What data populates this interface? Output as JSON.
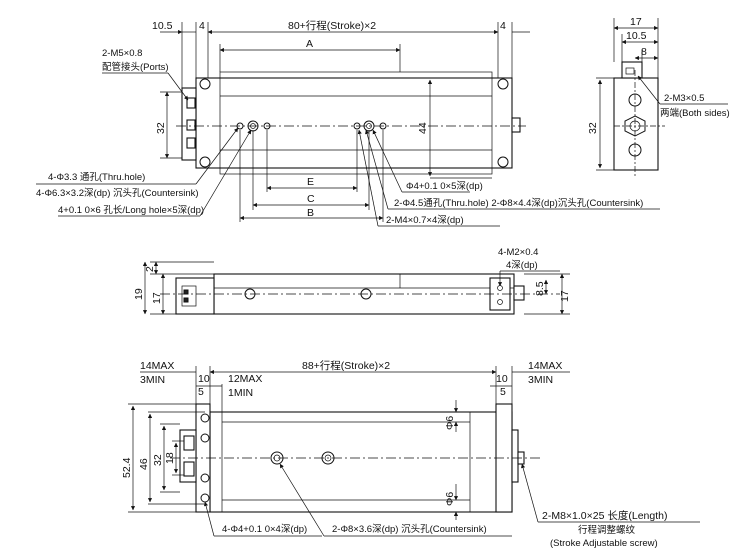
{
  "top_view": {
    "dim_10_5": "10.5",
    "dim_4_left": "4",
    "dim_stroke": "80+行程(Stroke)×2",
    "dim_4_right": "4",
    "dim_A": "A",
    "ports_line1": "2-M5×0.8",
    "ports_line2": "配管接头(Ports)",
    "dim_32": "32",
    "dim_44": "44",
    "thru_hole_1": "4-Φ3.3 通孔(Thru.hole)",
    "countersink_1": "4-Φ6.3×3.2深(dp) 沉头孔(Countersink)",
    "long_hole": "4+0.1 0×6 孔长/Long hole×5深(dp)",
    "dim_E": "E",
    "dim_C": "C",
    "dim_B": "B",
    "phi4_hole": "Φ4+0.1 0×5深(dp)",
    "thru_countersink": "2-Φ4.5通孔(Thru.hole) 2-Φ8×4.4深(dp)沉头孔(Countersink)",
    "m4_hole": "2-M4×0.7×4深(dp)"
  },
  "side_view_right": {
    "dim_17": "17",
    "dim_10_5": "10.5",
    "dim_8": "8",
    "dim_32": "32",
    "m3_line1": "2-M3×0.5",
    "m3_line2": "两端(Both sides)"
  },
  "front_view": {
    "dim_2": "2",
    "dim_19": "19",
    "dim_17": "17",
    "m2_line1": "4-M2×0.4",
    "m2_line2": "4深(dp)",
    "dim_8_5": "8.5",
    "dim_17_right": "17"
  },
  "bottom_view": {
    "max14_left": "14MAX",
    "min3_left": "3MIN",
    "dim_10_left": "10",
    "dim_5_left": "5",
    "max12": "12MAX",
    "min1": "1MIN",
    "dim_stroke": "88+行程(Stroke)×2",
    "max14_right": "14MAX",
    "min3_right": "3MIN",
    "dim_10_right": "10",
    "dim_5_right": "5",
    "dim_52_4": "52.4",
    "dim_46": "46",
    "dim_32": "32",
    "dim_18": "18",
    "phi6_top": "Φ6",
    "phi6_bottom": "Φ6",
    "phi4_dp": "4-Φ4+0.1 0×4深(dp)",
    "phi8_countersink": "2-Φ8×3.6深(dp) 沉头孔(Countersink)",
    "m8_screw": "2-M8×1.0×25 长度(Length)",
    "screw_cn": "行程调整螺纹",
    "screw_en": "(Stroke Adjustable screw)"
  }
}
